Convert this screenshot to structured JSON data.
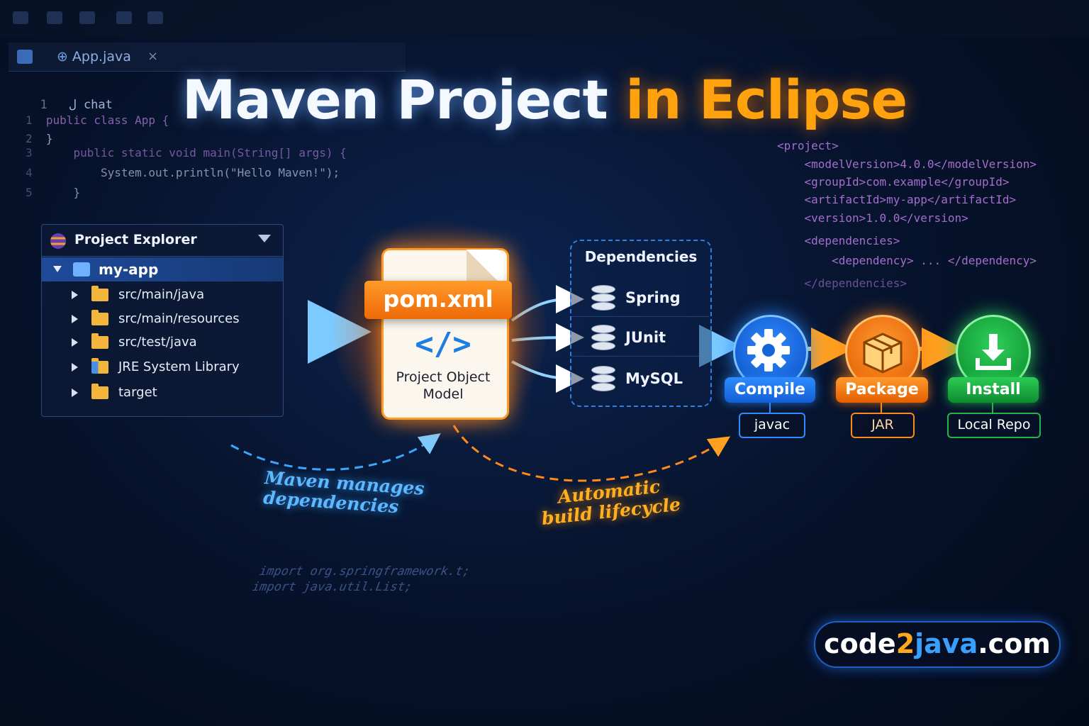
{
  "editor": {
    "tab_label": "App.java",
    "tab_close": "×",
    "breadcrumb_line_no": "1",
    "breadcrumb_text": "ل chat",
    "java_lines": [
      {
        "no": "1",
        "code": "public class App {"
      },
      {
        "no": "2",
        "code": "}"
      },
      {
        "no": "3",
        "code": "    public static void main(String[] args) {"
      },
      {
        "no": "4",
        "code": "        System.out.println(\"Hello Maven!\");"
      },
      {
        "no": "5",
        "code": "    }"
      }
    ],
    "xml_lines": [
      "<project>",
      "    <modelVersion>4.0.0</modelVersion>",
      "    <groupId>com.example</groupId>",
      "    <artifactId>my-app</artifactId>",
      "    <version>1.0.0</version>",
      "    <dependencies>",
      "        <dependency> ... </dependency>",
      "    </dependencies>"
    ],
    "import_lines": [
      "import org.springframework.t;",
      "import java.util.List;"
    ]
  },
  "title": {
    "part1": "Maven Project ",
    "part2": "in Eclipse"
  },
  "explorer": {
    "title": "Project Explorer",
    "root": "my-app",
    "items": [
      {
        "label": "src/main/java"
      },
      {
        "label": "src/main/resources"
      },
      {
        "label": "src/test/java"
      },
      {
        "label": "JRE System Library"
      },
      {
        "label": "target"
      }
    ]
  },
  "pom": {
    "filename": "pom.xml",
    "code_icon": "</>",
    "subtitle_line1": "Project Object",
    "subtitle_line2": "Model"
  },
  "dependencies": {
    "title": "Dependencies",
    "items": [
      {
        "label": "Spring"
      },
      {
        "label": "JUnit"
      },
      {
        "label": "MySQL"
      }
    ]
  },
  "lifecycle": [
    {
      "label": "Compile",
      "sub": "javac",
      "icon": "gear-icon"
    },
    {
      "label": "Package",
      "sub": "JAR",
      "icon": "package-icon"
    },
    {
      "label": "Install",
      "sub": "Local Repo",
      "icon": "download-icon"
    }
  ],
  "notes": {
    "deps_line1": "Maven manages",
    "deps_line2": "dependencies",
    "build_line1": "Automatic",
    "build_line2": "build lifecycle"
  },
  "brand": {
    "part1": "code",
    "part2": "2",
    "part3": "java",
    "part4": ".com"
  },
  "colors": {
    "accent_orange": "#ff9a26",
    "accent_blue": "#2f8cff",
    "accent_green": "#22b64a",
    "background": "#07142e"
  }
}
